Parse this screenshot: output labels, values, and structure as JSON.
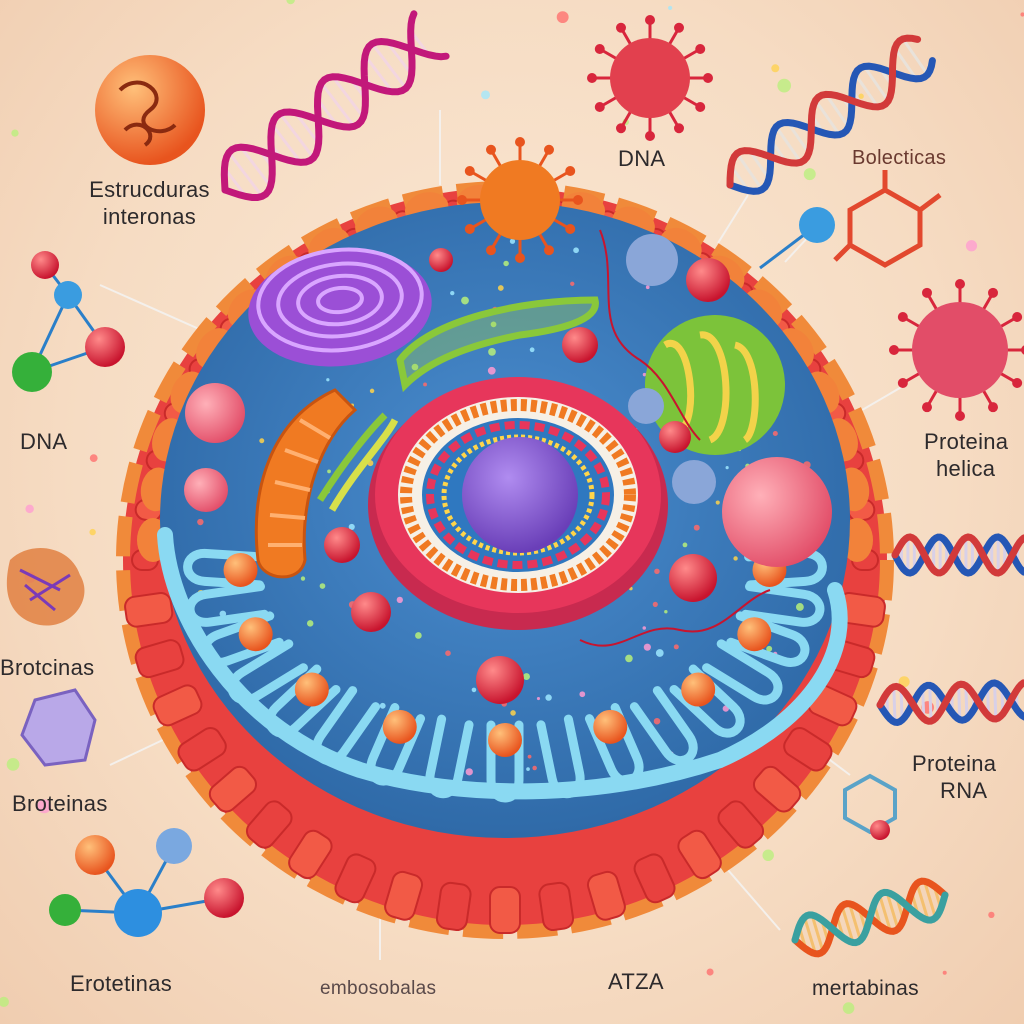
{
  "labels": {
    "estructuras": [
      "Estrucduras",
      "interonas"
    ],
    "dna_top": "DNA",
    "bolectigas": "Bolecticas",
    "dna_left": "DNA",
    "proteina_helica": [
      "Proteina",
      "helica"
    ],
    "brotcinas": "Brotcinas",
    "broteinas": "Broteinas",
    "proteina_rna": [
      "Proteina",
      "RNA"
    ],
    "erotetinas": "Erotetinas",
    "embosobalas": "embosobalas",
    "atza": "ATZA",
    "mertabinas": "mertabinas"
  },
  "colors": {
    "background": "#f6dcc3",
    "membrane": "#e8413f",
    "cytoplasm": "#3f7fc0",
    "er": "#7fd3ef",
    "nucleus": "#e7365b",
    "nucleolus": "#8a5fd0",
    "golgi": "#9b4fd6",
    "mitochondria": "#f07a22",
    "dna_magenta": "#c2187a",
    "dna_blue": "#2557b5"
  }
}
